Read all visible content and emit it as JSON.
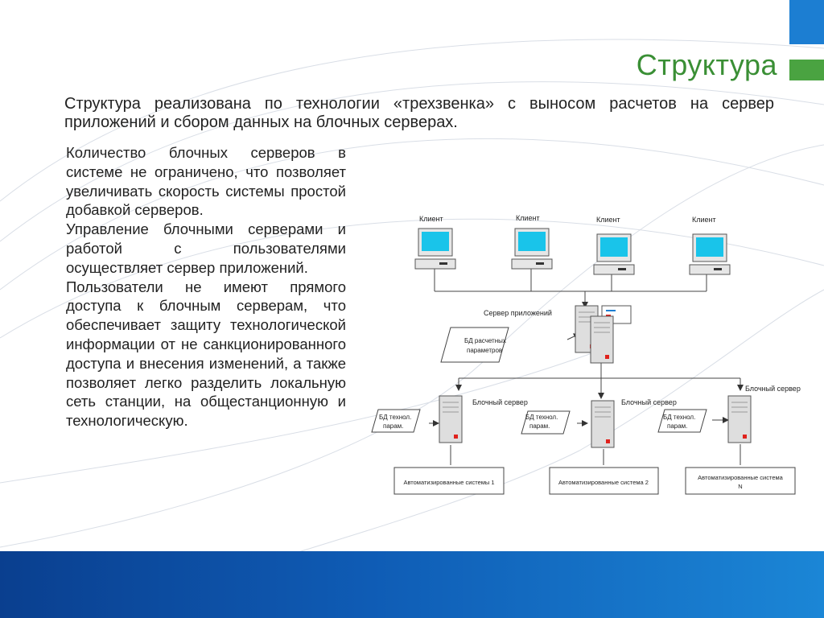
{
  "slide": {
    "title": "Структура",
    "intro": "Структура реализована по технологии «трехзвенка» с выносом расчетов на сервер приложений и сбором данных на блочных серверах.",
    "paragraphs": [
      "Количество блочных серверов в системе не ограничено, что позволяет увеличивать скорость системы простой добавкой серверов.",
      "Управление блочными серверами и работой с пользователями осуществляет сервер приложений.",
      "Пользователи не имеют прямого доступа к блочным серверам, что обеспечивает защиту технологической информации от не санкционированного доступа и внесения изменений, а также позволяет легко разделить локальную сеть станции, на общестанционную и технологическую."
    ]
  },
  "diagram": {
    "clients": [
      "Клиент",
      "Клиент",
      "Клиент",
      "Клиент"
    ],
    "app_server": {
      "label": "Сервер приложений",
      "db_lines": [
        "БД расчетных",
        "параметров"
      ]
    },
    "block_servers": [
      {
        "label": "Блочный сервер",
        "db_lines": [
          "БД технол.",
          "парам."
        ],
        "system_lines": [
          "Автоматизированные системы 1"
        ]
      },
      {
        "label": "Блочный сервер",
        "db_lines": [
          "БД технол.",
          "парам."
        ],
        "system_lines": [
          "Автоматизированные система 2"
        ]
      },
      {
        "label": "Блочный сервер",
        "db_lines": [
          "БД технол.",
          "парам."
        ],
        "system_lines": [
          "Автоматизированные система",
          "N"
        ]
      }
    ]
  },
  "colors": {
    "title": "#3a8f35",
    "accent_blue": "#1c7ed2",
    "accent_green": "#4aa341",
    "band_dark": "#0a3f8f",
    "band_light": "#1b86d6"
  }
}
